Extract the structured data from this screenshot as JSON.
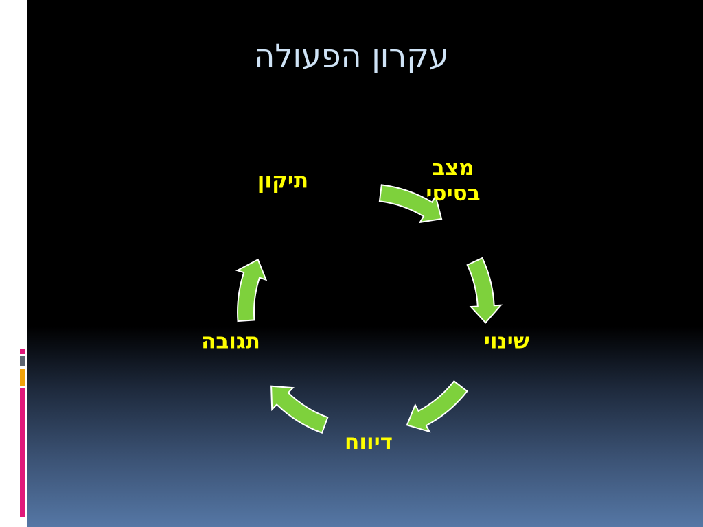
{
  "slide": {
    "title": "עקרון הפעולה"
  },
  "cycle": {
    "nodes": [
      {
        "id": "baseline",
        "lines": [
          "מצב",
          "בסיסי"
        ]
      },
      {
        "id": "change",
        "lines": [
          "שינוי"
        ]
      },
      {
        "id": "report",
        "lines": [
          "דיווח"
        ]
      },
      {
        "id": "feedback",
        "lines": [
          "תגובה"
        ]
      },
      {
        "id": "correction",
        "lines": [
          "תיקון"
        ]
      }
    ],
    "colors": {
      "label": "#ffff00",
      "arrow_fill": "#7ed13c",
      "arrow_stroke": "#ffffff"
    }
  },
  "theme": {
    "title_color": "#cfe3f6",
    "accent_magenta": "#e0187a",
    "accent_orange": "#f0a20a",
    "accent_gray": "#5d6470"
  }
}
